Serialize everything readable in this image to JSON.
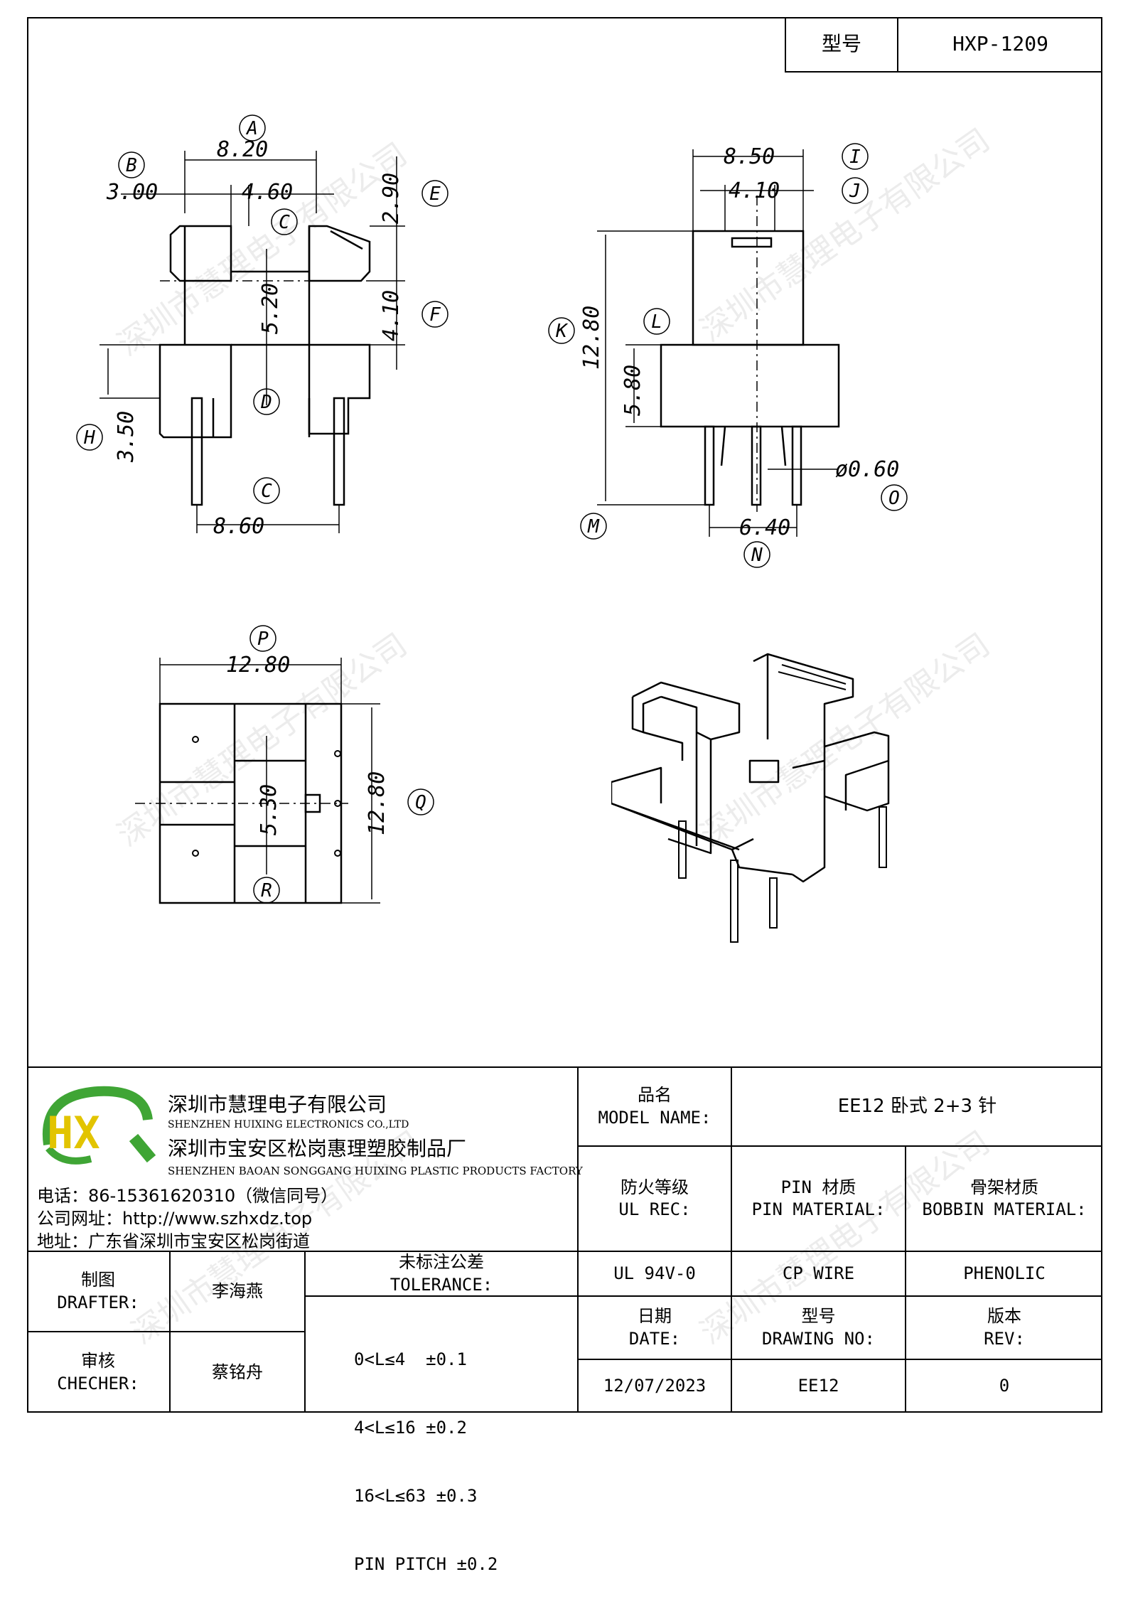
{
  "header": {
    "model_label": "型号",
    "model_value": "HXP-1209"
  },
  "drawing": {
    "front_view": {
      "A": "8.20",
      "B": "3.00",
      "B2": "4.60",
      "C1": "5.20",
      "E": "2.90",
      "F": "4.10",
      "H": "3.50",
      "C2": "8.60",
      "letters": [
        "A",
        "B",
        "C",
        "D",
        "E",
        "F",
        "H",
        "C"
      ]
    },
    "side_view": {
      "I": "8.50",
      "J": "4.10",
      "K": "12.80",
      "L": "5.80",
      "N": "6.40",
      "O": "ø0.60",
      "letters": [
        "I",
        "J",
        "K",
        "L",
        "M",
        "N",
        "O"
      ]
    },
    "bottom_view": {
      "P": "12.80",
      "Q": "12.80",
      "R": "5.30",
      "letters": [
        "P",
        "Q",
        "R"
      ]
    }
  },
  "watermark": "深圳市慧理电子有限公司",
  "company": {
    "logo_letters": "HX",
    "name_cn": "深圳市慧理电子有限公司",
    "name_en": "SHENZHEN HUIXING ELECTRONICS CO.,LTD",
    "factory_cn": "深圳市宝安区松岗惠理塑胶制品厂",
    "factory_en": "SHENZHEN BAOAN SONGGANG HUIXING PLASTIC PRODUCTS FACTORY",
    "phone": "电话：86-15361620310（微信同号）",
    "website": "公司网址：http://www.szhxdz.top",
    "address": "地址：广东省深圳市宝安区松岗街道"
  },
  "title_block": {
    "model_name_cn": "品名",
    "model_name_en": "MODEL NAME:",
    "model_name_value": "EE12 卧式 2+3 针",
    "ul_cn": "防火等级",
    "ul_en": "UL REC:",
    "pin_cn": "PIN 材质",
    "pin_en": "PIN MATERIAL:",
    "bobbin_cn": "骨架材质",
    "bobbin_en": "BOBBIN MATERIAL:",
    "drafter_cn": "制图",
    "drafter_en": "DRAFTER:",
    "drafter_name": "李海燕",
    "checker_cn": "审核",
    "checker_en": "CHECHER:",
    "checker_name": "蔡铭舟",
    "tolerance_cn": "未标注公差",
    "tolerance_en": "TOLERANCE:",
    "tolerances": [
      "0<L≤4  ±0.1",
      "4<L≤16 ±0.2",
      "16<L≤63 ±0.3",
      "PIN PITCH ±0.2"
    ],
    "ul_value": "UL 94V-0",
    "pin_value": "CP WIRE",
    "bobbin_value": "PHENOLIC",
    "date_cn": "日期",
    "date_en": "DATE:",
    "drawing_no_cn": "型号",
    "drawing_no_en": "DRAWING NO:",
    "rev_cn": "版本",
    "rev_en": "REV:",
    "date_value": "12/07/2023",
    "drawing_no_value": "EE12",
    "rev_value": "0"
  },
  "colors": {
    "logo_green": "#3fa535",
    "logo_yellow": "#e2c400",
    "line": "#000000"
  }
}
